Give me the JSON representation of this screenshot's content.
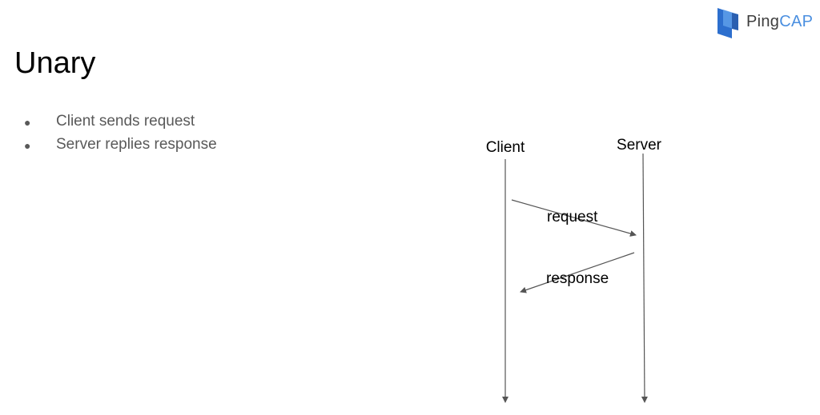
{
  "logo": {
    "name_part1": "Ping",
    "name_part2": "CAP",
    "brand_color": "#4a8fe0"
  },
  "slide": {
    "title": "Unary",
    "bullets": [
      "Client sends request",
      "Server replies response"
    ]
  },
  "diagram": {
    "participants": [
      "Client",
      "Server"
    ],
    "messages": [
      {
        "label": "request",
        "from": "Client",
        "to": "Server"
      },
      {
        "label": "response",
        "from": "Server",
        "to": "Client"
      }
    ]
  }
}
